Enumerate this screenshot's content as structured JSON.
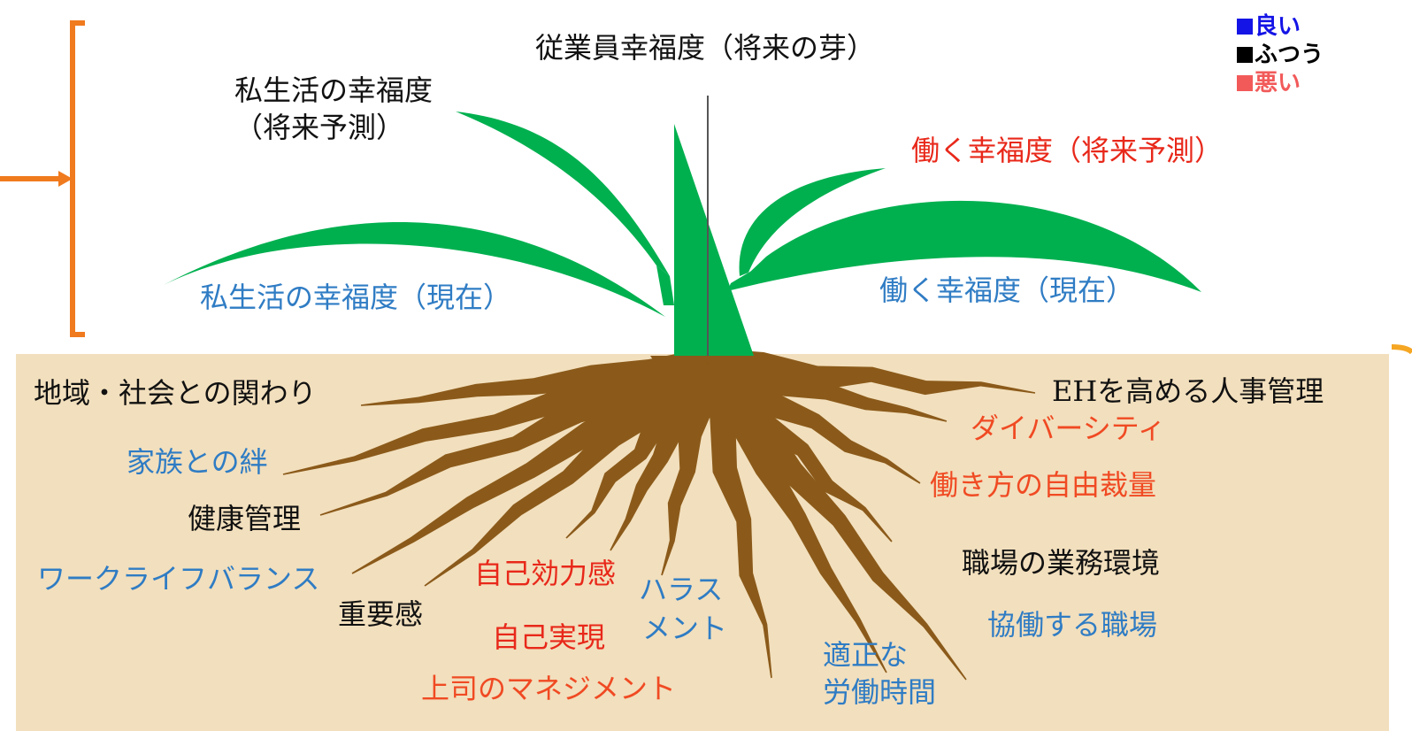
{
  "colors": {
    "good": "#1414e6",
    "normal": "#000000",
    "bad": "#f25a5a",
    "leaf": "#00b04f",
    "root": "#8b5a1a",
    "soil": "#f2dfbd",
    "bracket": "#f07a1e"
  },
  "legend": [
    {
      "label": "良い",
      "color": "#1414e6"
    },
    {
      "label": "ふつう",
      "color": "#000000"
    },
    {
      "label": "悪い",
      "color": "#f25a5a"
    }
  ],
  "sprout": {
    "future_bud": "従業員幸福度（将来の芽）",
    "private_future_line1": "私生活の幸福度",
    "private_future_line2": "（将来予測）",
    "work_future": "働く幸福度（将来予測）",
    "private_current": "私生活の幸福度（現在）",
    "work_current": "働く幸福度（現在）"
  },
  "roots": {
    "community": "地域・社会との関わり",
    "family": "家族との絆",
    "health": "健康管理",
    "wlb": "ワークライフバランス",
    "importance": "重要感",
    "efficacy": "自己効力感",
    "actualization": "自己実現",
    "management": "上司のマネジメント",
    "harassment_line1": "ハラス",
    "harassment_line2": "メント",
    "hours_line1": "適正な",
    "hours_line2": "労働時間",
    "eh_hr": "EHを高める人事管理",
    "diversity": "ダイバーシティ",
    "discretion": "働き方の自由裁量",
    "environment": "職場の業務環境",
    "cooperation": "協働する職場"
  }
}
